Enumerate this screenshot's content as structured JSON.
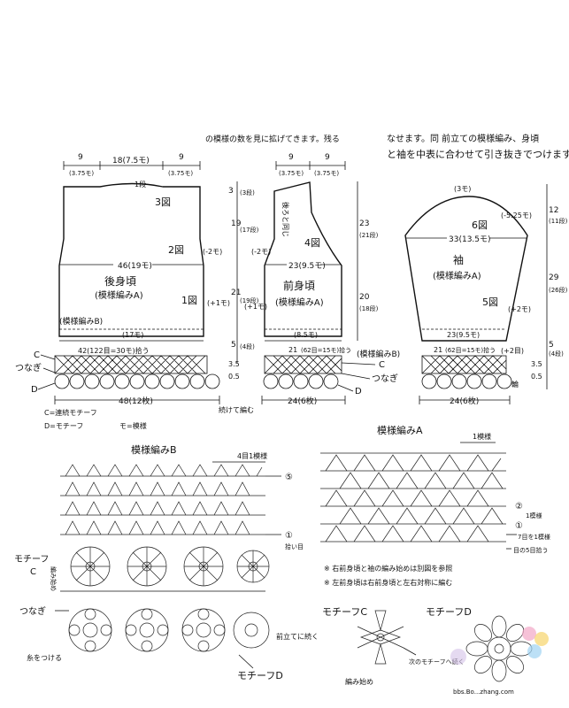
{
  "header": {
    "left_text": "の模様の数を見に拡げてきます。残る",
    "right_text": "なせます。同 前立ての模様編み、身頃",
    "right_text2": "と袖を中表に合わせて引き抜きでつけます"
  },
  "back_body": {
    "title": "後身頃",
    "pattern": "(模様編みA)",
    "dim_top_left": "9",
    "dim_top_left_sub": "(3.75モ)",
    "dim_top_mid": "18(7.5モ)",
    "dim_top_right": "9",
    "dim_top_right_sub": "(3.75モ)",
    "neck_note": "1段",
    "fig3": "3図",
    "fig2": "2図",
    "fig1": "1図",
    "minus2": "(-2モ)",
    "plus1": "(+1モ)",
    "width46": "46(19モ)",
    "pattern_b": "(模様編みB)",
    "mote17": "(17モ)",
    "pickup42": "42(122目=30モ)拾う",
    "width48": "48(12枚)"
  },
  "front_body": {
    "title": "前身頃",
    "pattern": "(模様編みA)",
    "dim_left": "9",
    "dim_left_sub": "(3.75モ)",
    "dim_right": "9",
    "dim_right_sub": "(3.75モ)",
    "back_same": "後ろと同じ",
    "fig4": "4図",
    "minus2": "(-2モ)",
    "plus1": "(+1モ)",
    "width23": "23(9.5モ)",
    "mote85": "(8.5モ)",
    "pickup21": "21",
    "pickup21_detail": "(62目=15モ)拾う",
    "pattern_b": "(模様編みB)",
    "width24": "24(6枚)",
    "continue_note": "続けて編む"
  },
  "side_dims": {
    "d3": "3",
    "d3_rows": "(3段)",
    "d19": "19",
    "d19_rows": "(17段)",
    "d21": "21",
    "d21_rows": "(19段)",
    "d5": "5",
    "d5_rows": "(4段)",
    "d35": "3.5",
    "d05": "0.5",
    "d23": "23",
    "d23_rows": "(21段)",
    "d20": "20",
    "d20_rows": "(18段)"
  },
  "sleeve": {
    "title": "袖",
    "pattern": "(模様編みA)",
    "top": "(3モ)",
    "fig6": "6図",
    "minus525": "(-5.25モ)",
    "width33": "33(13.5モ)",
    "fig5": "5図",
    "plus2": "(+2モ)",
    "width23": "23(9.5モ)",
    "pickup21": "21",
    "pickup21_detail": "(62目=15モ)拾う",
    "plus2b": "(+2目)",
    "width24": "24(6枚)",
    "cuff": "輪",
    "d12": "12",
    "d12_rows": "(11段)",
    "d29": "29",
    "d29_rows": "(26段)",
    "d5": "5",
    "d5_rows": "(4段)",
    "d35": "3.5",
    "d05": "0.5"
  },
  "labels": {
    "C": "C",
    "D": "D",
    "tsunagi": "つなぎ",
    "legend_c": "C=連続モチーフ",
    "legend_d": "D=モチーフ",
    "legend_mo": "モ=模様"
  },
  "pattern_b_chart": {
    "title": "模様編みB",
    "rows_label": "4目1模様",
    "row5": "⑤",
    "row1": "①",
    "pickup": "拾い目",
    "motif_c": "モチーフ",
    "motif_c2": "C",
    "start": "編み始め",
    "tsunagi": "つなぎ",
    "continue": "前立てに続く",
    "attach": "糸をつける",
    "motif_d": "モチーフD"
  },
  "pattern_a_chart": {
    "title": "模様編みA",
    "rows_label": "1模様",
    "row2": "②",
    "row1": "①",
    "one_row": "1模様",
    "stitch7": "7目を1模様",
    "stitch5": "目の5目拾う",
    "note1": "※ 右前身頃と袖の編み始めは別図を参照",
    "note2": "※ 左前身頃は右前身頃と左右対称に編む"
  },
  "motif_diagrams": {
    "c_title": "モチーフC",
    "c_start": "編み始め",
    "c_next": "次のモチーフへ続く",
    "d_title": "モチーフD"
  },
  "watermark": {
    "text": "bbs.Bo...zhang.com"
  }
}
